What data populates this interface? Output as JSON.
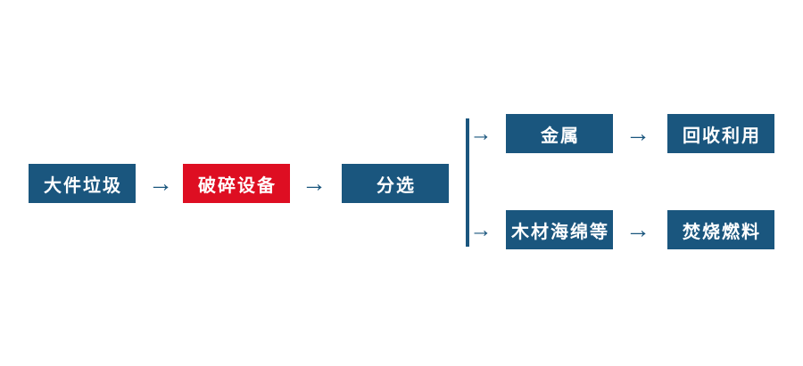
{
  "colors": {
    "box_blue": "#1A567E",
    "box_red": "#DE0E22",
    "arrow_blue": "#1A567E",
    "background": "#FFFFFF",
    "text": "#FFFFFF"
  },
  "flowchart": {
    "arrow_glyph": "→",
    "nodes": {
      "bulky_waste": "大件垃圾",
      "crushing_equipment": "破碎设备",
      "sorting": "分选",
      "metal": "金属",
      "recycling": "回收利用",
      "wood_sponge_etc": "木材海绵等",
      "incineration_fuel": "焚烧燃料"
    },
    "edges": [
      "大件垃圾 → 破碎设备",
      "破碎设备 → 分选",
      "分选 → 金属",
      "金属 → 回收利用",
      "分选 → 木材海绵等",
      "木材海绵等 → 焚烧燃料"
    ]
  }
}
